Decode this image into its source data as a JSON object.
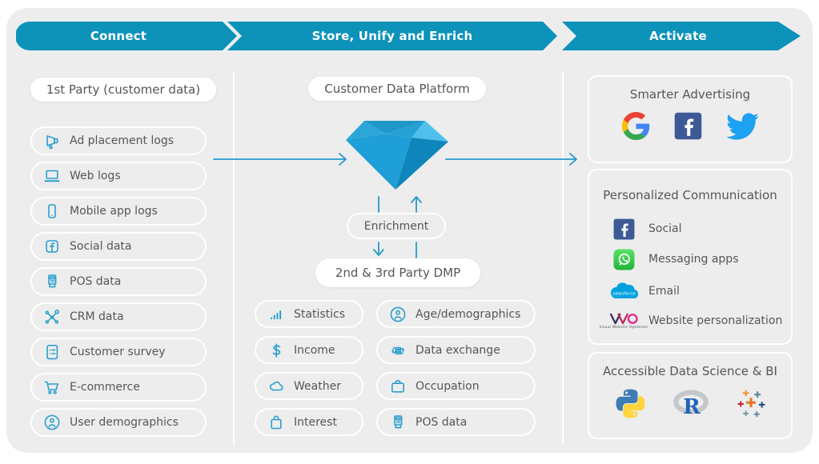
{
  "colors": {
    "banner_teal": "#0D93BA",
    "icon_stroke_teal": "#2A9FCE",
    "arrow_teal": "#2699CC",
    "text_gray": "#54565A",
    "panel_gray": "#EDEDED",
    "diamond_blue": "#1F9FD7",
    "facebook_blue": "#3D5A96",
    "twitter_blue": "#1DA1F2",
    "whatsapp_green": "#2BD160",
    "salesforce_blue": "#00A1E0",
    "python_blue": "#3E7CB3",
    "python_yellow": "#FFD43C",
    "r_blue": "#1F65B8",
    "tableau_orange": "#E8762D",
    "vwo_pink": "#E0218A"
  },
  "banner": {
    "steps": [
      {
        "label": "Connect"
      },
      {
        "label": "Store, Unify and Enrich"
      },
      {
        "label": "Activate"
      }
    ]
  },
  "left": {
    "header": "1st Party (customer data)",
    "items": [
      {
        "icon": "megaphone-icon",
        "label": "Ad placement logs"
      },
      {
        "icon": "laptop-icon",
        "label": "Web logs"
      },
      {
        "icon": "smartphone-icon",
        "label": "Mobile app logs"
      },
      {
        "icon": "facebook-outline-icon",
        "label": "Social data"
      },
      {
        "icon": "pos-terminal-icon",
        "label": "POS data"
      },
      {
        "icon": "network-icon",
        "label": "CRM data"
      },
      {
        "icon": "survey-icon",
        "label": "Customer survey"
      },
      {
        "icon": "cart-icon",
        "label": "E-commerce"
      },
      {
        "icon": "person-circle-icon",
        "label": "User demographics"
      }
    ]
  },
  "middle": {
    "header": "Customer Data Platform",
    "diamond_icon": "diamond-gem-icon",
    "enrichment_label": "Enrichment",
    "dmp_label": "2nd & 3rd Party DMP",
    "pills_left": [
      {
        "icon": "bar-chart-icon",
        "label": "Statistics"
      },
      {
        "icon": "dollar-icon",
        "label": "Income"
      },
      {
        "icon": "cloud-icon",
        "label": "Weather"
      },
      {
        "icon": "shopping-bag-icon",
        "label": "Interest"
      }
    ],
    "pills_right": [
      {
        "icon": "person-circle-icon",
        "label": "Age/demographics"
      },
      {
        "icon": "data-exchange-icon",
        "label": "Data exchange"
      },
      {
        "icon": "briefcase-icon",
        "label": "Occupation"
      },
      {
        "icon": "pos-terminal-icon",
        "label": "POS data"
      }
    ]
  },
  "right": {
    "cards": [
      {
        "title": "Smarter Advertising",
        "icons": [
          "google-icon",
          "facebook-icon",
          "twitter-icon"
        ]
      },
      {
        "title": "Personalized Communication",
        "rows": [
          {
            "icon": "facebook-icon",
            "label": "Social"
          },
          {
            "icon": "whatsapp-icon",
            "label": "Messaging apps"
          },
          {
            "icon": "salesforce-icon",
            "label": "Email"
          },
          {
            "icon": "vwo-icon",
            "label": "Website personalization"
          }
        ],
        "vwo_caption": "Visual Website Optimizer"
      },
      {
        "title": "Accessible Data Science & BI",
        "icons": [
          "python-icon",
          "r-icon",
          "tableau-icon"
        ]
      }
    ]
  }
}
